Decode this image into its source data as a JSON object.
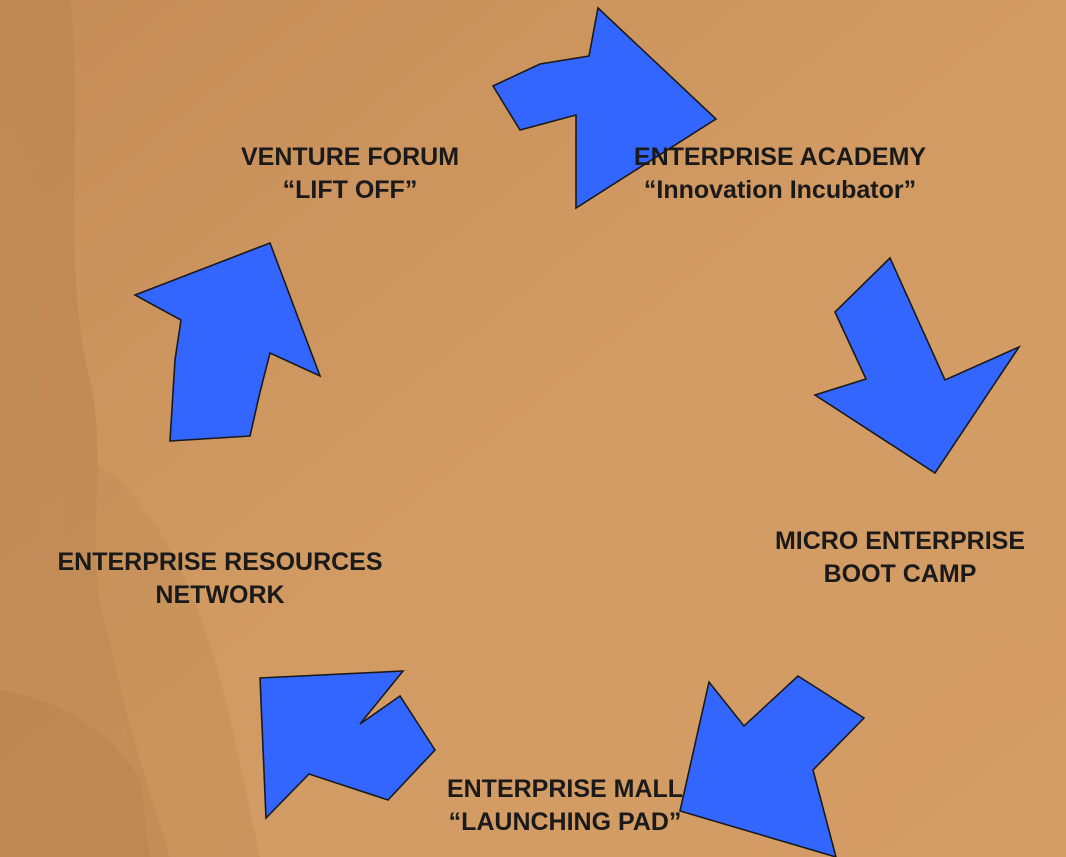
{
  "colors": {
    "background": "#cf965f",
    "arrow_fill": "#3366ff",
    "arrow_stroke": "#1a1a1a",
    "text": "#1a1a1a"
  },
  "nodes": {
    "venture_forum": {
      "line1": "VENTURE FORUM",
      "line2": "“LIFT OFF”"
    },
    "enterprise_academy": {
      "line1": "ENTERPRISE ACADEMY",
      "line2": "“Innovation  Incubator”"
    },
    "micro_enterprise": {
      "line1": "MICRO ENTERPRISE",
      "line2": "BOOT CAMP"
    },
    "enterprise_mall": {
      "line1": "ENTERPRISE MALL",
      "line2": "“LAUNCHING PAD”"
    },
    "enterprise_resources": {
      "line1": "ENTERPRISE RESOURCES",
      "line2": "NETWORK"
    }
  },
  "arrows": [
    {
      "from": "venture_forum",
      "to": "enterprise_academy"
    },
    {
      "from": "enterprise_academy",
      "to": "micro_enterprise"
    },
    {
      "from": "micro_enterprise",
      "to": "enterprise_mall"
    },
    {
      "from": "enterprise_mall",
      "to": "enterprise_resources"
    },
    {
      "from": "enterprise_resources",
      "to": "venture_forum"
    }
  ]
}
